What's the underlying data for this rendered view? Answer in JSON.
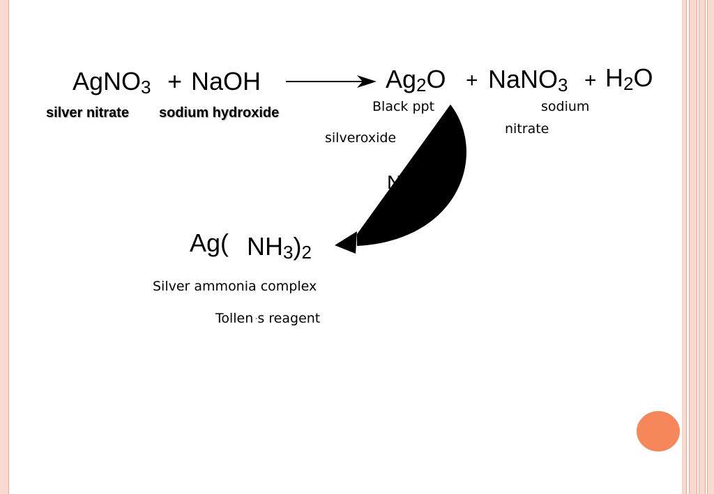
{
  "equation": {
    "reactant1": {
      "base": "AgNO",
      "sub": "3"
    },
    "plus1": "+",
    "reactant2": "NaOH",
    "product1": {
      "base": "Ag",
      "sub": "2",
      "tail": "O"
    },
    "plus2": "+",
    "product2": {
      "base": "NaNO",
      "sub": "3"
    },
    "plus3": "+",
    "product3": {
      "base": "H",
      "sub": "2",
      "tail": "O"
    }
  },
  "labels": {
    "silver_nitrate": "silver nitrate",
    "sodium_hydroxide": "sodium hydroxide",
    "black_ppt": "Black ppt",
    "sodium": "sodium",
    "nitrate": "nitrate",
    "silveroxide": "silveroxide",
    "hidden_fragment": "N"
  },
  "complex": {
    "prefix": "Ag(",
    "ligand": {
      "base": "NH",
      "sub": "3"
    },
    "close": ")",
    "count": "2",
    "name": "Silver ammonia complex",
    "reagent_part1": "Tollen",
    "reagent_mark": "̒",
    "reagent_part2": "s reagent"
  },
  "colors": {
    "accent": "#f5875a",
    "border_light": "#f7d9cf",
    "border_line": "#f0a58f"
  }
}
